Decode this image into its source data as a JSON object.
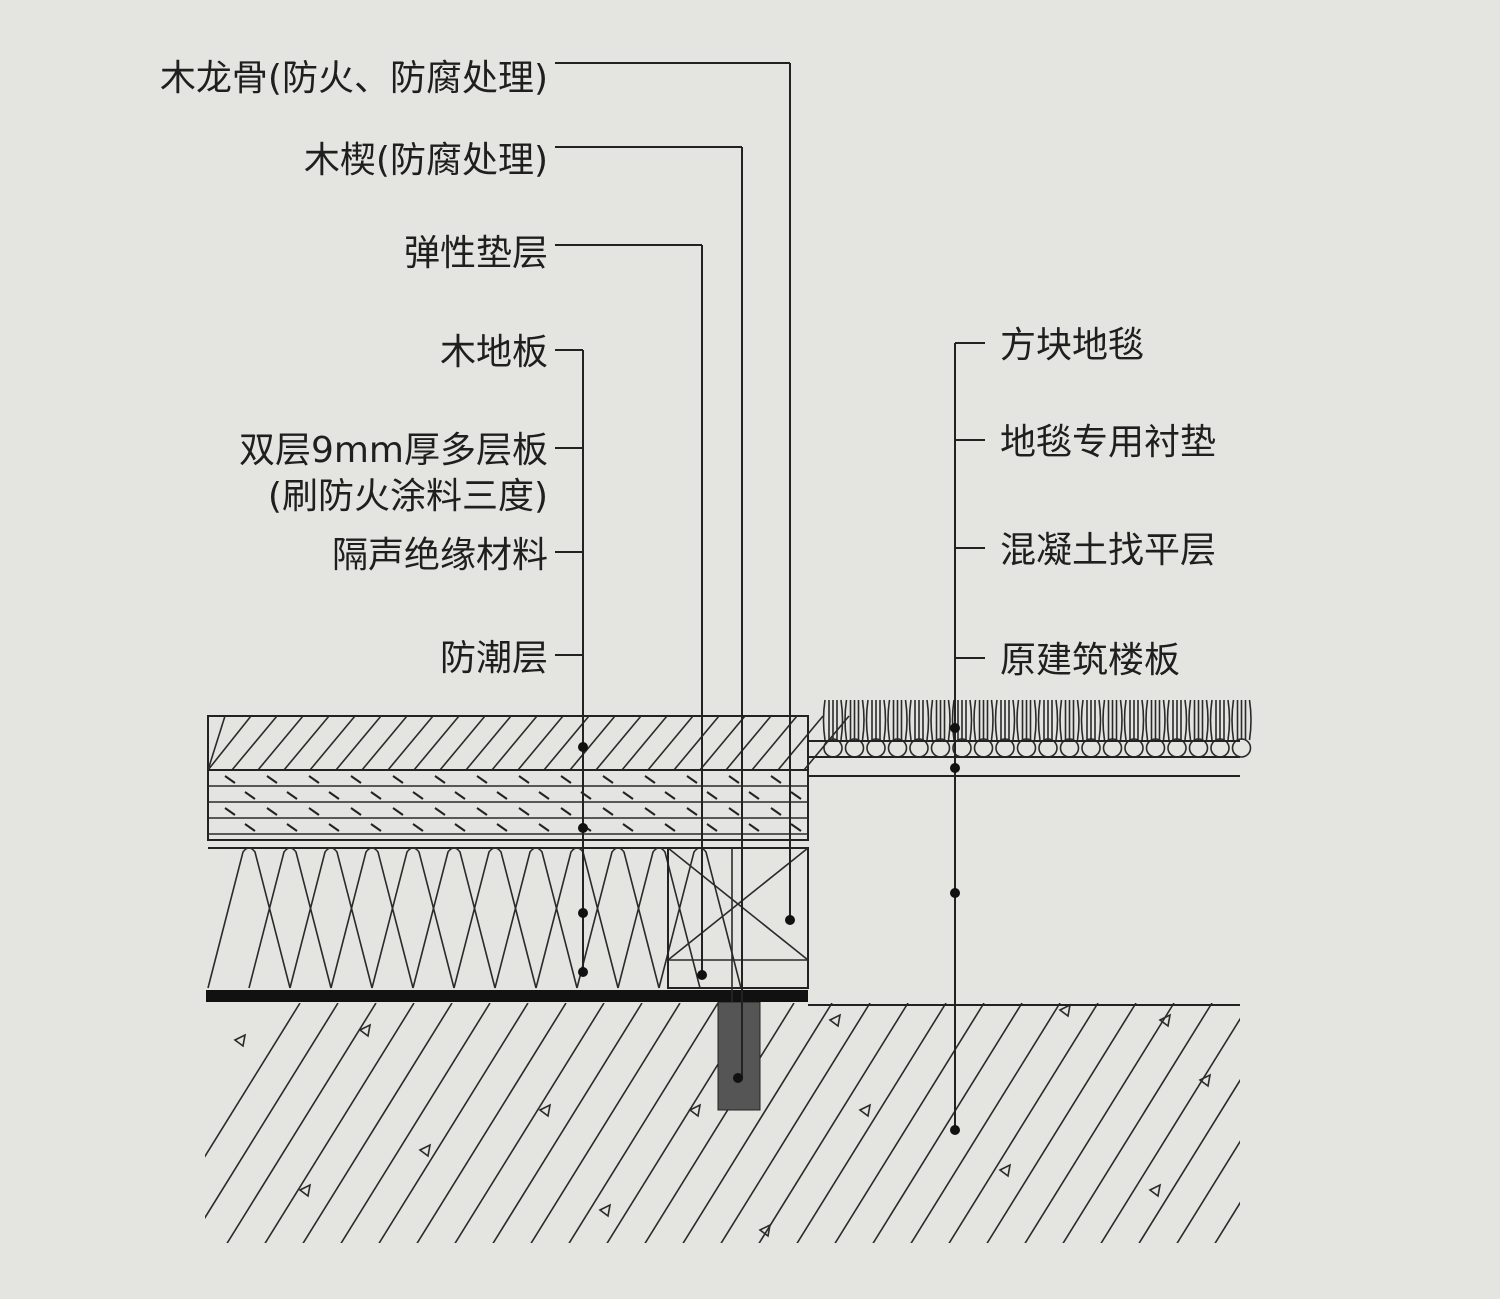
{
  "left_labels": [
    "木龙骨(防火、防腐处理)",
    "木楔(防腐处理)",
    "弹性垫层",
    "木地板",
    "双层9mm厚多层板",
    "(刷防火涂料三度)",
    "隔声绝缘材料",
    "防潮层"
  ],
  "right_labels": [
    "方块地毯",
    "地毯专用衬垫",
    "混凝土找平层",
    "原建筑楼板"
  ],
  "colors": {
    "background": "#e4e4e0",
    "ink": "#222222"
  }
}
